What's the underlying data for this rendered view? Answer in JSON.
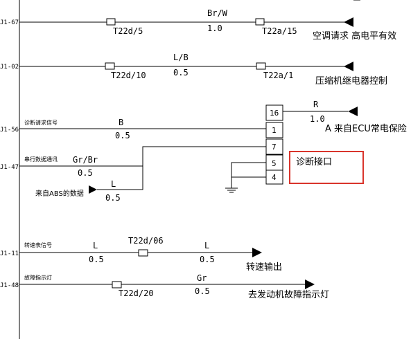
{
  "pins": {
    "p67": "J1-67",
    "p02": "J1-02",
    "p56": "J1-56",
    "p47": "J1-47",
    "p11": "J1-11",
    "p48": "J1-48"
  },
  "connectors": {
    "t22d5": "T22d/5",
    "t22a15": "T22a/15",
    "t22d10": "T22d/10",
    "t22a1": "T22a/1",
    "t22d06": "T22d/06",
    "t22d20": "T22d/20"
  },
  "wires": {
    "brw": {
      "color": "Br/W",
      "size": "1.0"
    },
    "lb": {
      "color": "L/B",
      "size": "0.5"
    },
    "b": {
      "color": "B",
      "size": "0.5"
    },
    "grbr": {
      "color": "Gr/Br",
      "size": "0.5"
    },
    "l_abs": {
      "color": "L",
      "size": "0.5"
    },
    "r": {
      "color": "R",
      "size": "1.0"
    },
    "l_in": {
      "color": "L",
      "size": "0.5"
    },
    "l_out": {
      "color": "L",
      "size": "0.5"
    },
    "gr": {
      "color": "Gr",
      "size": "0.5"
    }
  },
  "signals": {
    "ac_request": "空调请求 高电平有效",
    "compressor_relay": "压缩机继电器控制",
    "diag_request": "诊断请求信号",
    "serial_comm": "串行数据通讯",
    "abs_data": "来自ABS的数据",
    "ecu_fuse": "A 来自ECU常电保险",
    "tach_signal": "转速表信号",
    "tach_output": "转速输出",
    "fault_lamp": "故障指示灯",
    "engine_fault_lamp": "去发动机故障指示灯"
  },
  "diag_port": {
    "title": "诊断接口",
    "pins": [
      "16",
      "1",
      "7",
      "5",
      "4"
    ],
    "highlight_color": "#d9342b"
  }
}
